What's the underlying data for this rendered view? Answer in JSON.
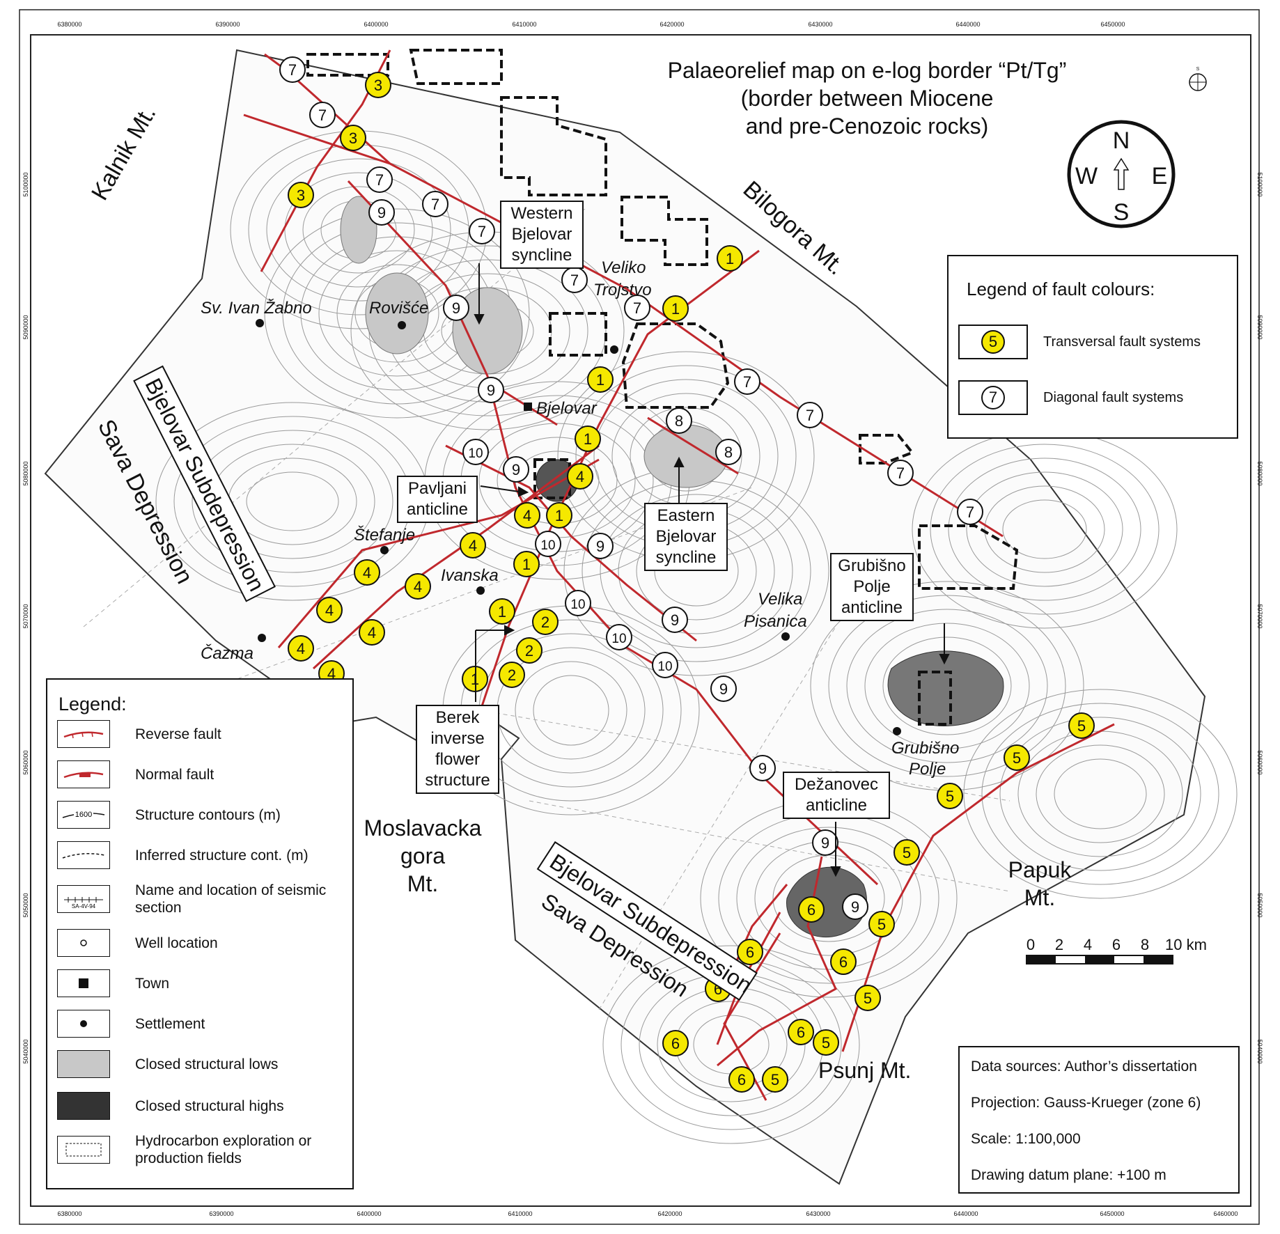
{
  "title": {
    "line1": "Palaeorelief map on e-log border “Pt/Tg”",
    "line2": "(border between Miocene",
    "line3": "and pre-Cenozoic rocks)"
  },
  "compass": {
    "n": "N",
    "s": "S",
    "e": "E",
    "w": "W",
    "small_s": "S"
  },
  "grid_x": [
    "6380000",
    "6390000",
    "6400000",
    "6410000",
    "6420000",
    "6430000",
    "6440000",
    "6450000"
  ],
  "grid_x_bottom": [
    "6380000",
    "6390000",
    "6400000",
    "6410000",
    "6420000",
    "6430000",
    "6440000",
    "6450000",
    "6460000"
  ],
  "grid_y": [
    "5100000",
    "5090000",
    "5080000",
    "5070000",
    "5060000",
    "5050000",
    "5040000"
  ],
  "regions": {
    "kalnik": "Kalnik Mt.",
    "bilogora": "Bilogora Mt.",
    "bjelovar_sub_nw": "Bjelovar Subdepression",
    "sava_nw": "Sava Depression",
    "bjelovar_sub_se": "Bjelovar Subdepression",
    "sava_se": "Sava Depression",
    "moslavacka": [
      "Moslavacka",
      "gora",
      "Mt."
    ],
    "papuk": [
      "Papuk",
      "Mt."
    ],
    "psunj": "Psunj Mt."
  },
  "places": {
    "sv_ivan": "Sv. Ivan Žabno",
    "rovisce": "Rovišće",
    "veliko_trojstvo": [
      "Veliko",
      "Trojstvo"
    ],
    "bjelovar": "Bjelovar",
    "stefanje": "Štefanje",
    "ivanska": "Ivanska",
    "cazma": "Čazma",
    "velika_pisanica": [
      "Velika",
      "Pisanica"
    ],
    "grubisno_polje": [
      "Grubišno",
      "Polje"
    ]
  },
  "callouts": {
    "western": [
      "Western",
      "Bjelovar",
      "syncline"
    ],
    "pavljani": [
      "Pavljani",
      "anticline"
    ],
    "eastern": [
      "Eastern",
      "Bjelovar",
      "syncline"
    ],
    "grubisno": [
      "Grubišno",
      "Polje",
      "anticline"
    ],
    "berek": [
      "Berek",
      "inverse",
      "flower",
      "structure"
    ],
    "dezanovec": [
      "Dežanovec",
      "anticline"
    ]
  },
  "fault_legend": {
    "title": "Legend of fault colours:",
    "items": [
      {
        "num": "5",
        "label": "Transversal fault systems"
      },
      {
        "num": "7",
        "label": "Diagonal fault systems"
      }
    ]
  },
  "legend": {
    "title": "Legend:",
    "items": [
      {
        "label": "Reverse fault",
        "icon": "reverse-fault-icon"
      },
      {
        "label": "Normal fault",
        "icon": "normal-fault-icon"
      },
      {
        "label": "Structure contours (m)",
        "icon": "contour-icon",
        "sym_text": "1600"
      },
      {
        "label": "Inferred structure cont. (m)",
        "icon": "inferred-contour-icon"
      },
      {
        "label": "Name and location of seismic section",
        "icon": "seismic-section-icon",
        "sym_text": "SA-4V-94"
      },
      {
        "label": "Well location",
        "icon": "well-icon"
      },
      {
        "label": "Town",
        "icon": "town-icon"
      },
      {
        "label": "Settlement",
        "icon": "settlement-icon"
      },
      {
        "label": "Closed structural lows",
        "icon": "structural-low-icon"
      },
      {
        "label": "Closed structural highs",
        "icon": "structural-high-icon"
      },
      {
        "label": "Hydrocarbon exploration or production fields",
        "icon": "hydrocarbon-field-icon"
      }
    ]
  },
  "scale_bar": {
    "ticks": [
      "0",
      "2",
      "4",
      "6",
      "8",
      "10 km"
    ]
  },
  "info": {
    "sources": "Data sources: Author’s dissertation",
    "projection": "Projection: Gauss-Krueger (zone 6)",
    "scale": "Scale: 1:100,000",
    "datum": "Drawing datum plane: +100 m"
  },
  "colors": {
    "fault": "#c0282d",
    "yellow": "#f5e800",
    "low": "#c8c8c8",
    "high": "#707070",
    "contour": "#9a9a9a"
  }
}
